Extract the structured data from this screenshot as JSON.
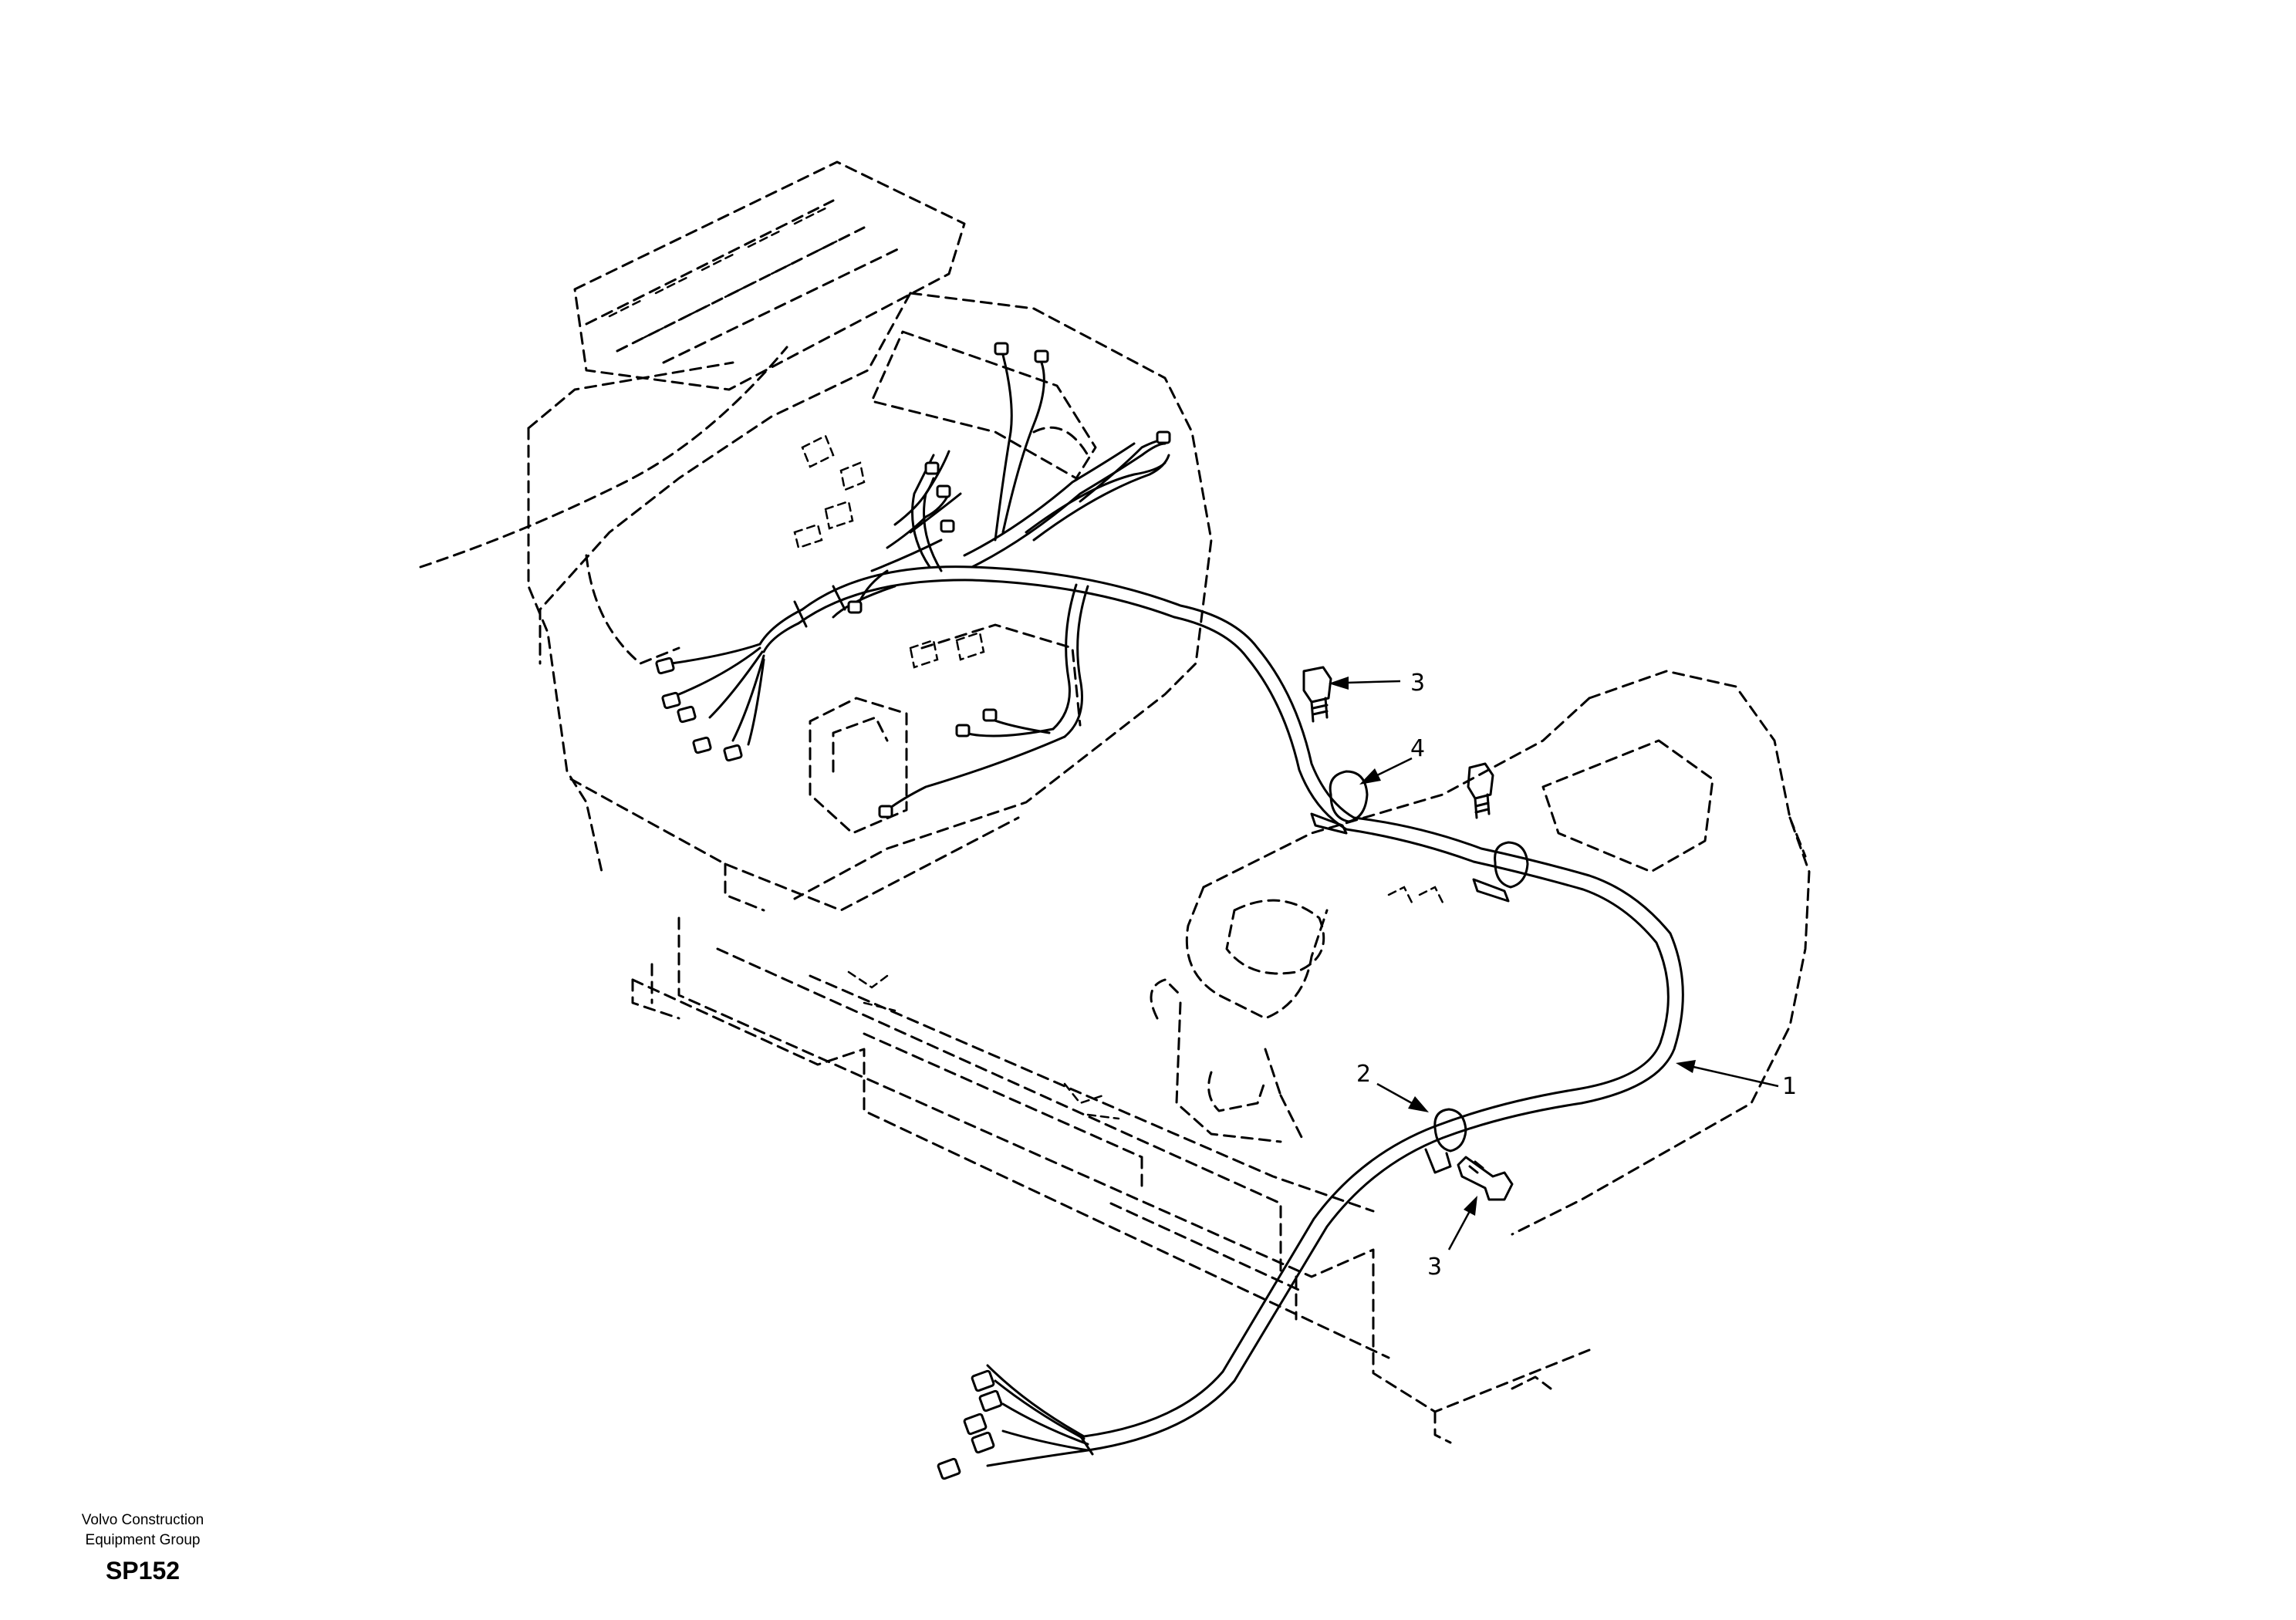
{
  "callouts": {
    "c1": "1",
    "c2": "2",
    "c3a": "3",
    "c3b": "3",
    "c4": "4"
  },
  "footer": {
    "org_line1": "Volvo Construction",
    "org_line2": "Equipment Group",
    "code": "SP152"
  }
}
